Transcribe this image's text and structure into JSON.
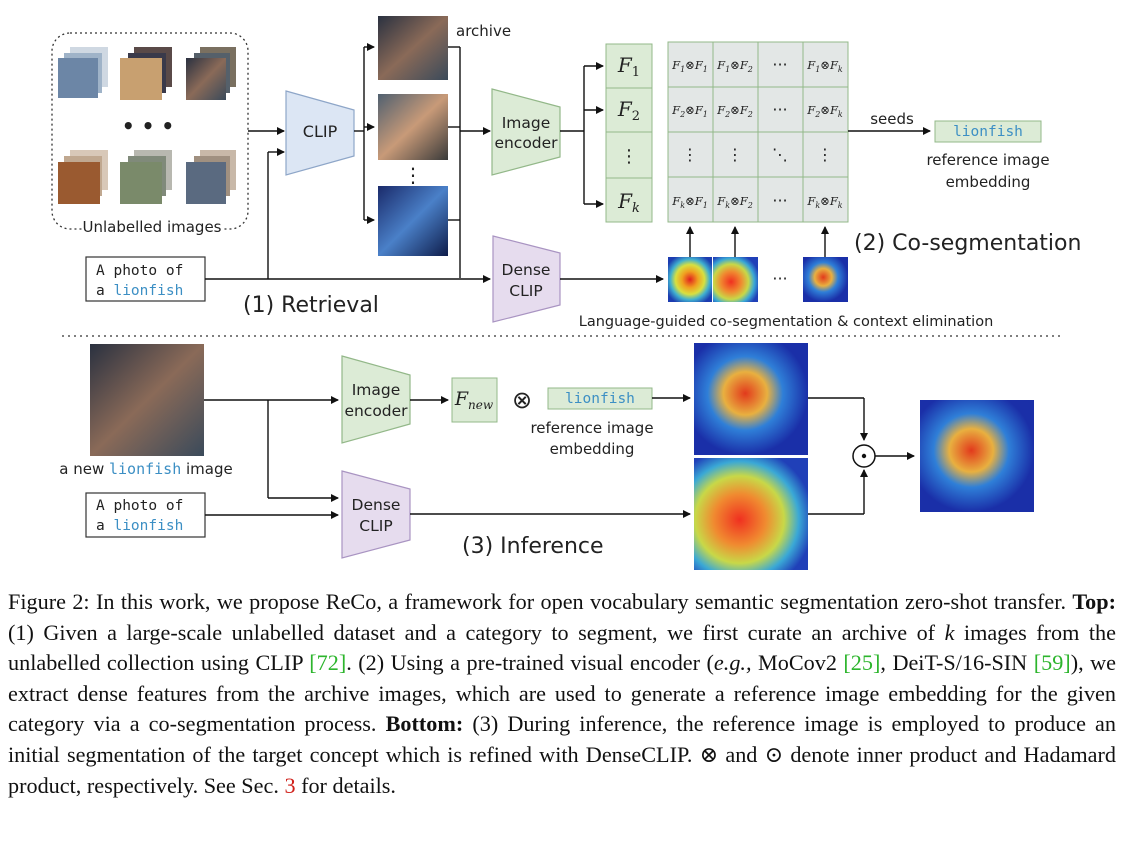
{
  "figure": {
    "unlabelled_images_label": "Unlabelled images",
    "clip_label": "CLIP",
    "archive_label": "archive",
    "image_encoder_label_1": "Image",
    "image_encoder_label_2": "encoder",
    "dense_clip_label_1": "Dense",
    "dense_clip_label_2": "CLIP",
    "prompt_line_1": "A photo of",
    "prompt_line_2_prefix": "a ",
    "prompt_class": "lionfish",
    "retrieval_label": "(1) Retrieval",
    "cosegmentation_label": "(2) Co-segmentation",
    "inference_label": "(3) Inference",
    "seeds_label": "seeds",
    "lionfish_token": "lionfish",
    "ref_embedding_line_1": "reference image",
    "ref_embedding_line_2": "embedding",
    "language_guided_label": "Language-guided co-segmentation & context elimination",
    "new_image_prefix": "a new ",
    "new_image_suffix": " image",
    "ellipsis": "• • •",
    "matrix_dots": "···",
    "feature_rows": [
      "F1",
      "F2",
      "⋮",
      "Fk"
    ],
    "otimes": "⊗",
    "odot": "⊙",
    "f_new": "Fnew"
  },
  "caption": {
    "p1": "Figure 2: In this work, we propose ReCo, a framework for open vocabulary semantic segmentation zero-shot transfer. ",
    "top": "Top:",
    "p2": " (1) Given a large-scale unlabelled dataset and a category to segment, we first curate an archive of ",
    "k": "k",
    "p3": " images from the unlabelled collection using CLIP ",
    "c72": "[72]",
    "p4": ". (2) Using a pre-trained visual encoder (",
    "eg": "e.g.,",
    "p5": " MoCov2 ",
    "c25": "[25]",
    "p6": ", DeiT-S/16-SIN ",
    "c59": "[59]",
    "p7": "), we extract dense features from the archive images, which are used to generate a reference image embedding for the given category via a co-segmentation process. ",
    "bottom": "Bottom:",
    "p8": " (3) During inference, the reference image is employed to produce an initial segmentation of the target concept which is refined with DenseCLIP. ⊗ and ⊙ denote inner product and Hadamard product, respectively. See Sec. ",
    "sec": "3",
    "p9": " for details."
  },
  "colors": {
    "clip_fill": "#dce6f4",
    "encoder_fill": "#dcebd6",
    "dense_fill": "#e6dcee",
    "matrix_fill": "#e5ecdf",
    "token_text": "#3c8fc4"
  }
}
